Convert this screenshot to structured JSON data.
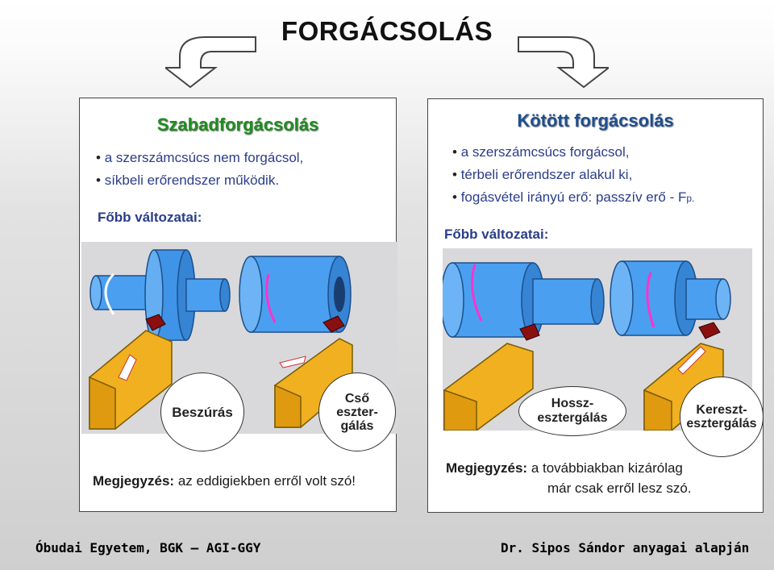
{
  "title": "FORGÁCSOLÁS",
  "left": {
    "heading": "Szabadforgácsolás",
    "bullets": [
      "a  szerszámcsúcs nem forgácsol,",
      "síkbeli erőrendszer működik."
    ],
    "variants_label": "Főbb változatai:",
    "labels": {
      "beszuras": "Beszúrás",
      "cso": [
        "Cső",
        "eszter-",
        "gálás"
      ]
    },
    "note_bold": "Megjegyzés:",
    "note_text": " az eddigiekben erről volt szó!"
  },
  "right": {
    "heading": "Kötött forgácsolás",
    "bullets": [
      "a szerszámcsúcs forgácsol,",
      "térbeli erőrendszer alakul ki,"
    ],
    "bullet3_text": "fogásvétel irányú erő: passzív erő - F",
    "bullet3_sub": "p.",
    "variants_label": "Főbb változatai:",
    "labels": {
      "hossz": [
        "Hossz-",
        "esztergálás"
      ],
      "kereszt": [
        "Kereszt-",
        "esztergálás"
      ]
    },
    "note_bold": "Megjegyzés:",
    "note_text": " a továbbiakban kizárólag",
    "note_line2": "már csak erről lesz szó."
  },
  "footer": {
    "left": "Óbudai Egyetem, BGK – AGI-GGY",
    "right": "Dr. Sipos Sándor anyagai alapján"
  },
  "colors": {
    "workpiece": "#4a9ff0",
    "tool": "#f0b020",
    "heading_left": "#1f8d1f",
    "heading_right": "#1f4f8f"
  }
}
